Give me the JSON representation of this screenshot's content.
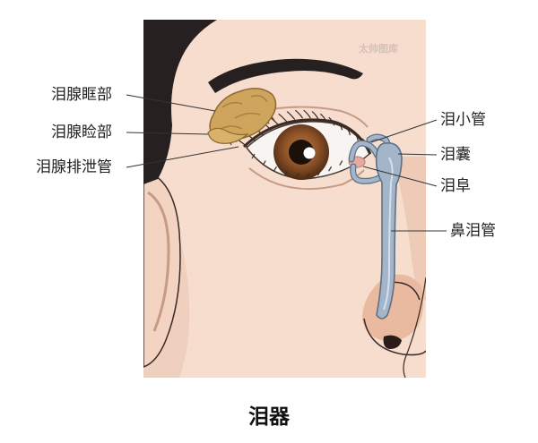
{
  "labels": {
    "orbital_part": "泪腺眶部",
    "palpebral_part": "泪腺睑部",
    "excretory_ducts": "泪腺排泄管",
    "canaliculus": "泪小管",
    "sac": "泪囊",
    "punctum": "泪阜",
    "nasolacrimal_duct": "鼻泪管"
  },
  "caption": "泪器",
  "watermark": "太帅图库",
  "colors": {
    "skin": "#f6ddcd",
    "skin_shadow": "#e6c1ac",
    "hair": "#262120",
    "iris": "#8f5328",
    "gland": "#cfa55e",
    "duct": "#a5b5c9"
  }
}
